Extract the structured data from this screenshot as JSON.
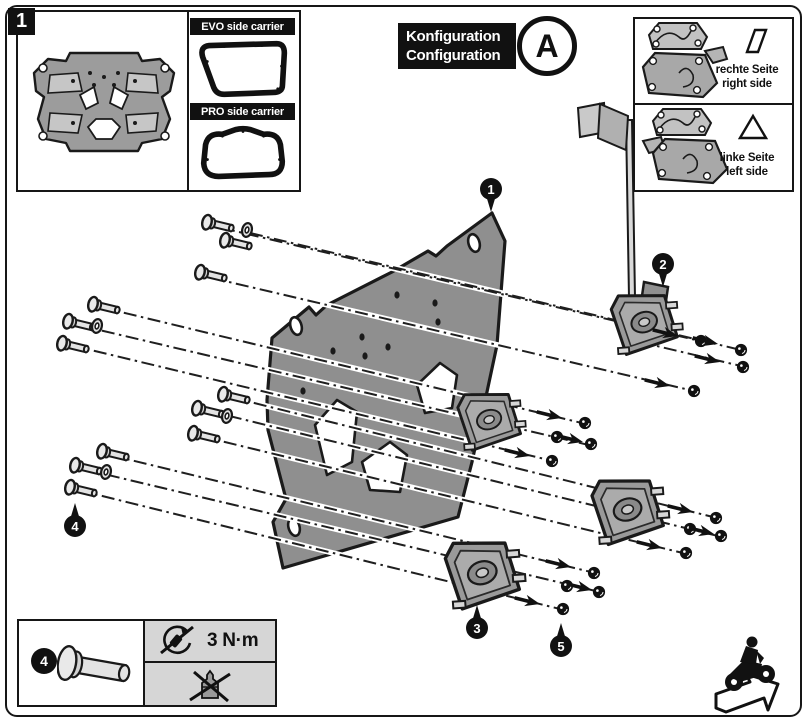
{
  "step": {
    "number": "1"
  },
  "parts_box": {
    "evo_label": "EVO side carrier",
    "pro_label": "PRO side carrier"
  },
  "configuration": {
    "line1": "Konfiguration",
    "line2": "Configuration",
    "variant": "A"
  },
  "sides": {
    "right": {
      "line1": "rechte Seite",
      "line2": "right side",
      "symbol": "parallelogram"
    },
    "left": {
      "line1": "linke Seite",
      "line2": "left side",
      "symbol": "triangle"
    }
  },
  "callouts": {
    "c1": "1",
    "c2": "2",
    "c3": "3",
    "c4": "4",
    "c5": "5"
  },
  "legend": {
    "item": "4",
    "torque": "3 N·m",
    "icons": [
      "no-power-tool-icon",
      "no-threadlocker-icon"
    ]
  },
  "colors": {
    "ink": "#1a1a1a",
    "plate_gray": "#8f8f8f",
    "part_gray": "#9a9a9a",
    "pad_gray": "#c4c4c4",
    "banner_black": "#111111"
  }
}
